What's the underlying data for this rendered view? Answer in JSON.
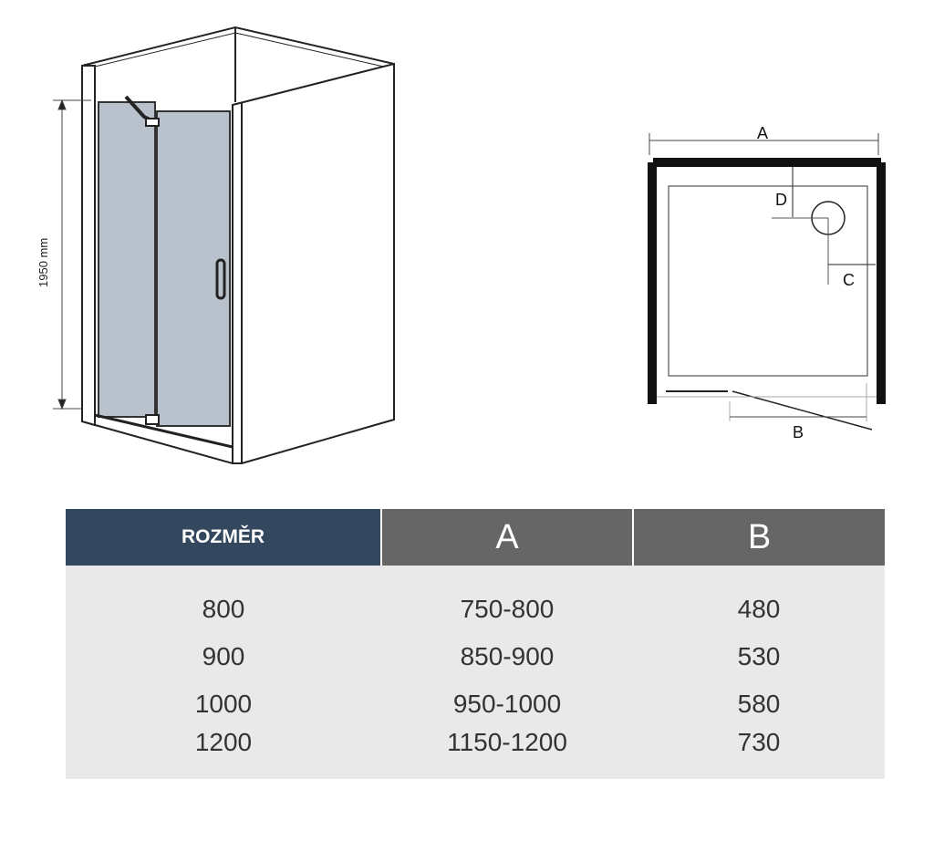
{
  "elevation": {
    "height_label": "1950 mm"
  },
  "plan": {
    "labels": {
      "a": "A",
      "b": "B",
      "c": "C",
      "d": "D"
    }
  },
  "table": {
    "headers": [
      "ROZMĚR",
      "A",
      "B"
    ],
    "rows": [
      [
        "800",
        "750-800",
        "480"
      ],
      [
        "900",
        "850-900",
        "530"
      ],
      [
        "1000",
        "950-1000",
        "580"
      ],
      [
        "1200",
        "1150-1200",
        "730"
      ]
    ]
  },
  "colors": {
    "header_dark": "#33475f",
    "header_gray": "#666666",
    "body_bg": "#e9e9e9",
    "glass": "#b9c2cc"
  }
}
